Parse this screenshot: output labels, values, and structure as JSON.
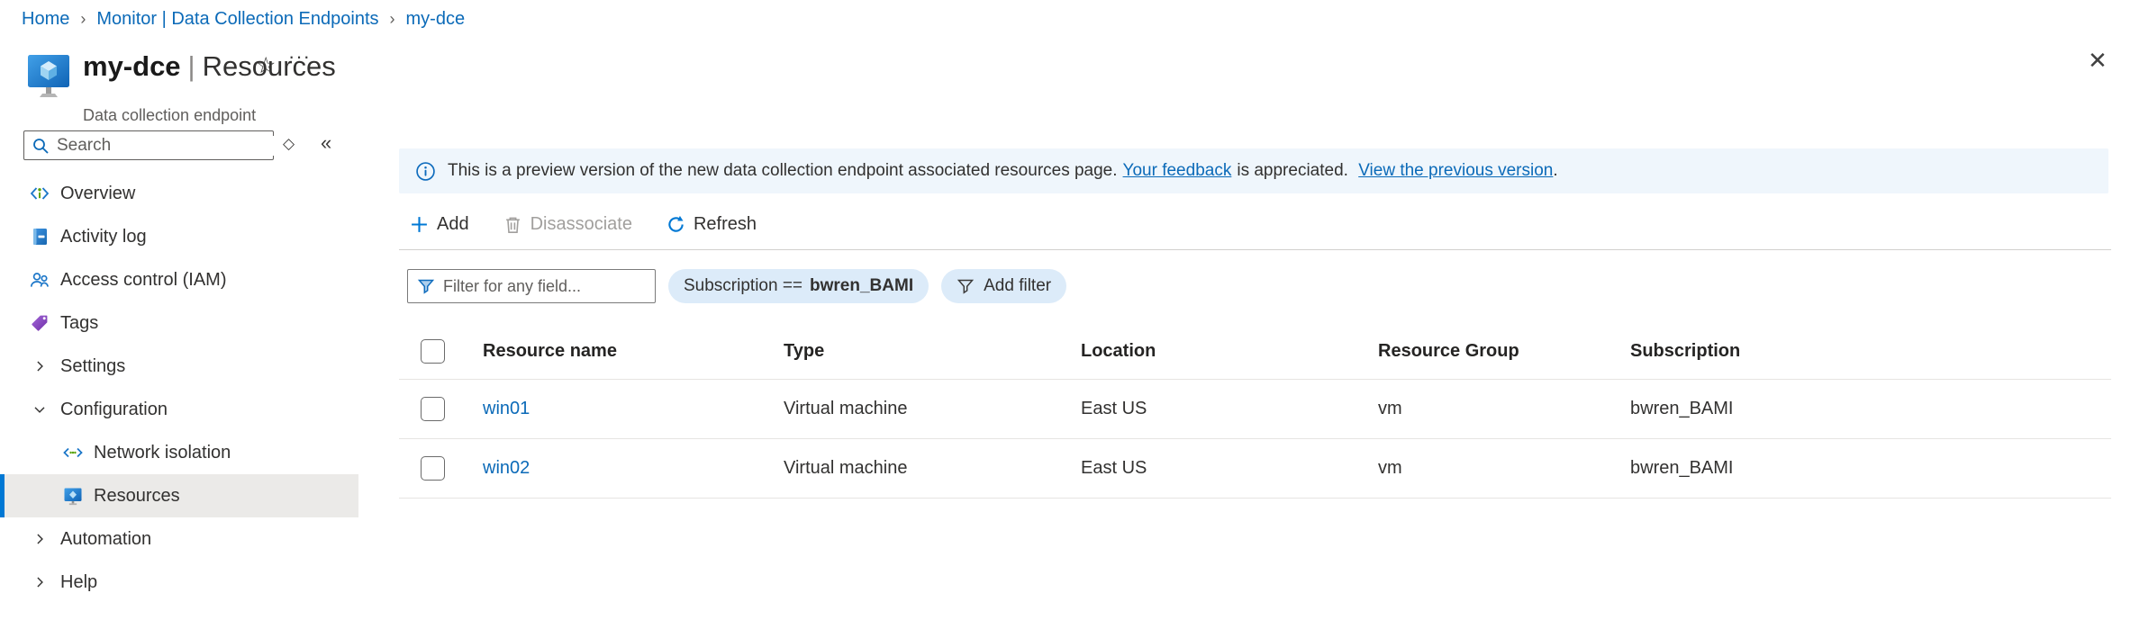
{
  "breadcrumb": {
    "items": [
      {
        "label": "Home"
      },
      {
        "label": "Monitor | Data Collection Endpoints"
      },
      {
        "label": "my-dce"
      }
    ],
    "separator": "›"
  },
  "header": {
    "title_primary": "my-dce",
    "title_pipe": "|",
    "title_secondary": "Resources",
    "subtitle": "Data collection endpoint",
    "star": "☆",
    "more": "···",
    "close": "✕"
  },
  "sidebar": {
    "search_placeholder": "Search",
    "search_options_glyph": "◇",
    "collapse_glyph": "«",
    "items": [
      {
        "label": "Overview"
      },
      {
        "label": "Activity log"
      },
      {
        "label": "Access control (IAM)"
      },
      {
        "label": "Tags"
      },
      {
        "label": "Settings"
      },
      {
        "label": "Configuration"
      },
      {
        "label": "Network isolation"
      },
      {
        "label": "Resources"
      },
      {
        "label": "Automation"
      },
      {
        "label": "Help"
      }
    ]
  },
  "banner": {
    "intro": "This is a preview version of the new data collection endpoint associated resources page.",
    "feedback_link": "Your feedback",
    "feedback_suffix": "is appreciated.",
    "previous_link": "View the previous version",
    "period": "."
  },
  "toolbar": {
    "add_label": "Add",
    "disassociate_label": "Disassociate",
    "refresh_label": "Refresh"
  },
  "filters": {
    "input_placeholder": "Filter for any field...",
    "pill_label": "Subscription ==",
    "pill_value": "bwren_BAMI",
    "add_filter_label": "Add filter"
  },
  "table": {
    "columns": [
      "Resource name",
      "Type",
      "Location",
      "Resource Group",
      "Subscription"
    ],
    "rows": [
      {
        "name": "win01",
        "type": "Virtual machine",
        "location": "East US",
        "resource_group": "vm",
        "subscription": "bwren_BAMI"
      },
      {
        "name": "win02",
        "type": "Virtual machine",
        "location": "East US",
        "resource_group": "vm",
        "subscription": "bwren_BAMI"
      }
    ]
  },
  "colors": {
    "accent": "#0078d4",
    "link": "#0b6ab8",
    "banner_bg": "#eff6fc",
    "pill_bg": "#dcebf9",
    "selected_nav_bg": "#ebeae8",
    "disabled_text": "#a19f9d",
    "tag_purple": "#8a4fc4",
    "icon_green": "#57a300"
  }
}
